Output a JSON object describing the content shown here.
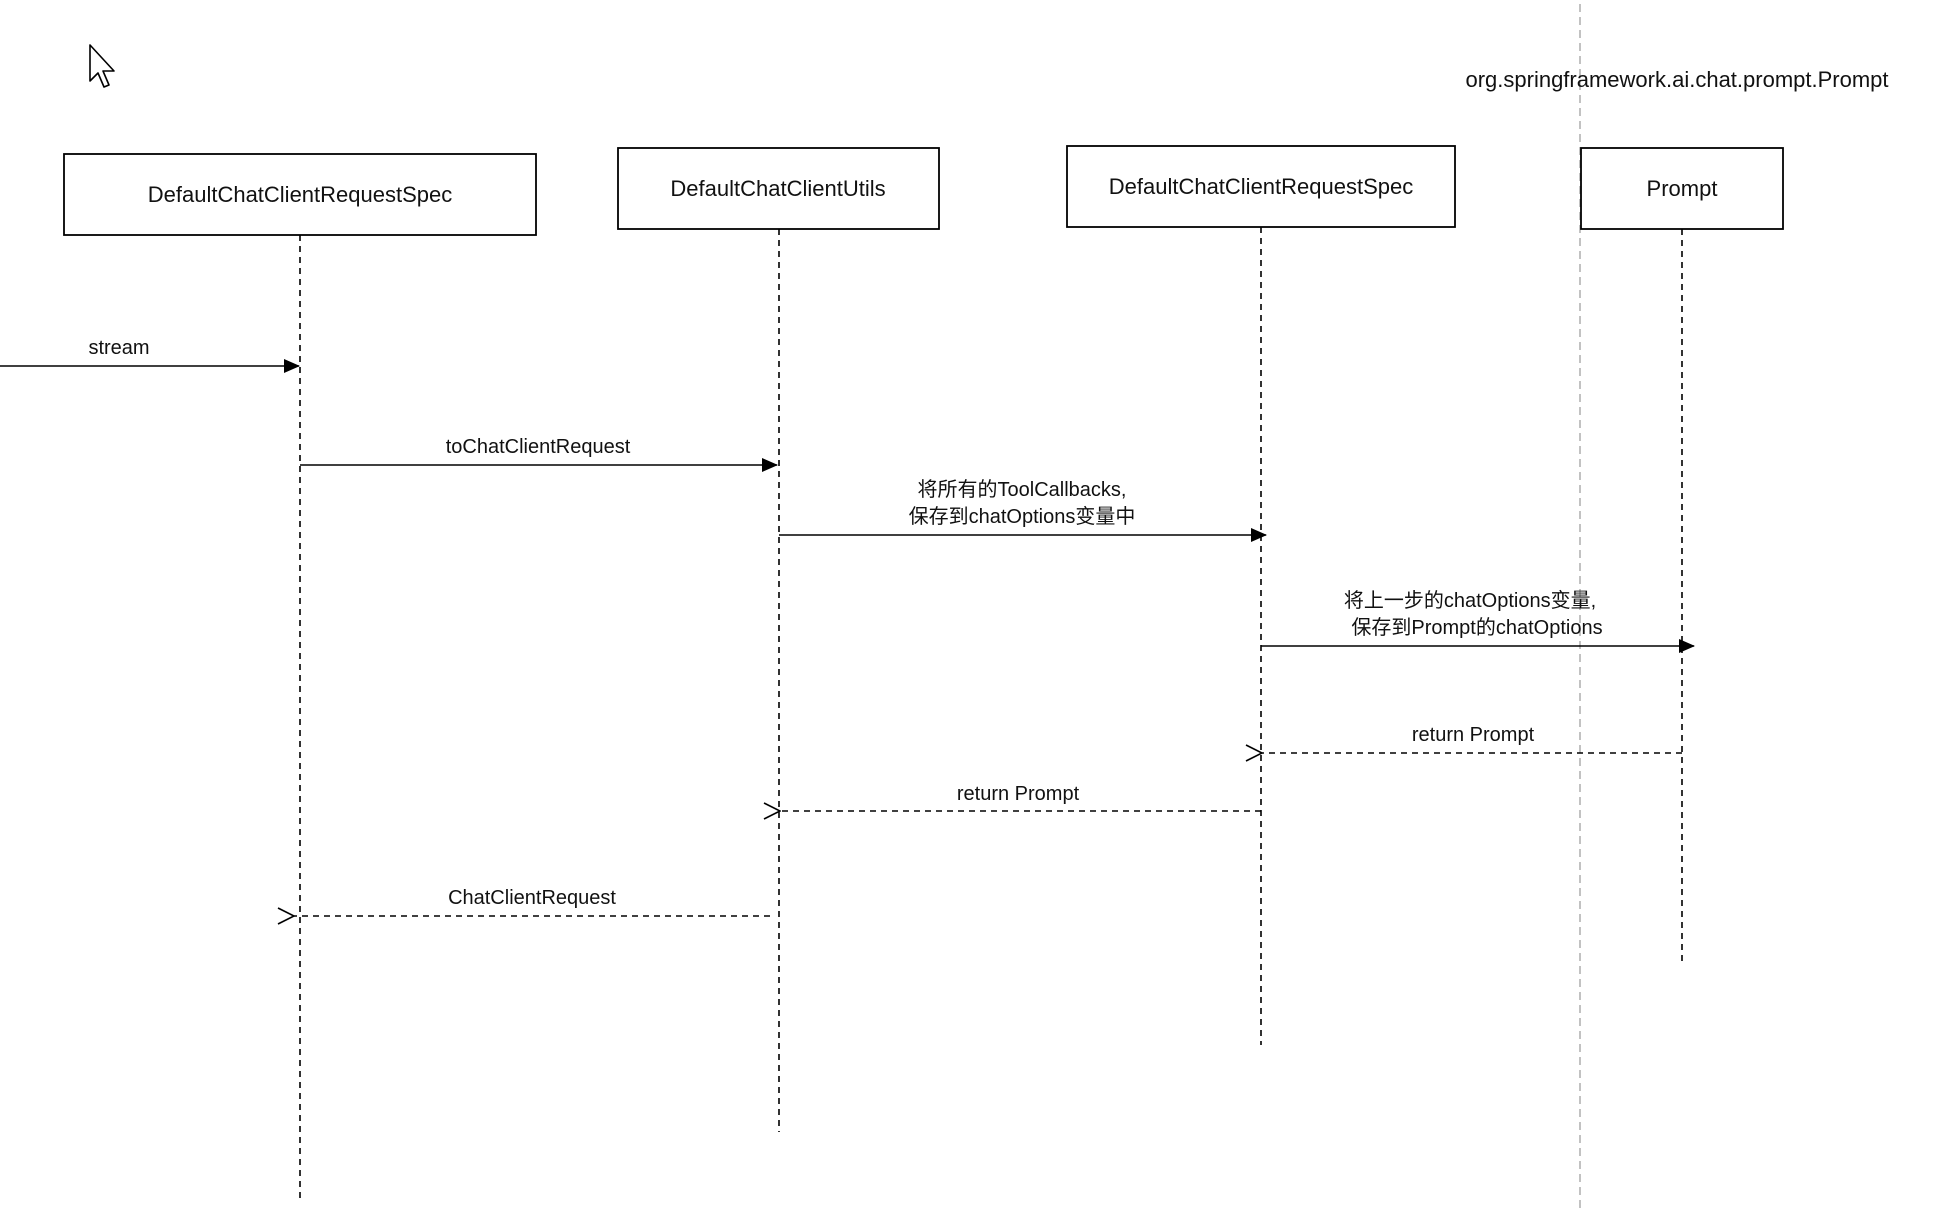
{
  "diagram": {
    "package_label": "org.springframework.ai.chat.prompt.Prompt",
    "participants": [
      {
        "id": "p1",
        "label": "DefaultChatClientRequestSpec"
      },
      {
        "id": "p2",
        "label": "DefaultChatClientUtils"
      },
      {
        "id": "p3",
        "label": "DefaultChatClientRequestSpec"
      },
      {
        "id": "p4",
        "label": "Prompt"
      }
    ],
    "messages": [
      {
        "id": "m1",
        "from": "outside",
        "to": "p1",
        "kind": "sync",
        "lines": [
          "stream"
        ]
      },
      {
        "id": "m2",
        "from": "p1",
        "to": "p2",
        "kind": "sync",
        "lines": [
          "toChatClientRequest"
        ]
      },
      {
        "id": "m3",
        "from": "p2",
        "to": "p3",
        "kind": "sync",
        "lines": [
          "将所有的ToolCallbacks,",
          "保存到chatOptions变量中"
        ]
      },
      {
        "id": "m4",
        "from": "p3",
        "to": "p4",
        "kind": "sync",
        "lines": [
          "将上一步的chatOptions变量,",
          "保存到Prompt的chatOptions"
        ]
      },
      {
        "id": "m5",
        "from": "p4",
        "to": "p3",
        "kind": "return",
        "lines": [
          "return Prompt"
        ]
      },
      {
        "id": "m6",
        "from": "p3",
        "to": "p2",
        "kind": "return",
        "lines": [
          "return Prompt"
        ]
      },
      {
        "id": "m7",
        "from": "p2",
        "to": "p1",
        "kind": "return",
        "lines": [
          "ChatClientRequest"
        ]
      }
    ]
  },
  "colors": {
    "line": "#000000",
    "text": "#111111",
    "guide": "#b3b3b3",
    "box_fill": "#ffffff"
  },
  "icons": {
    "cursor": "mouse-pointer-icon"
  }
}
